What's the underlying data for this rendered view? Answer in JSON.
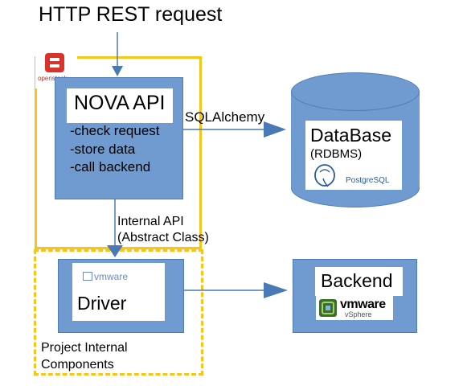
{
  "title": "HTTP REST request",
  "openstack_label": "openstack",
  "nova": {
    "title": "NOVA API",
    "items": [
      "-check request",
      "-store data",
      "-call backend"
    ]
  },
  "connectors": {
    "sqlalchemy": "SQLAlchemy",
    "internal_api_line1": "Internal API",
    "internal_api_line2": "(Abstract Class)"
  },
  "database": {
    "title": "DataBase",
    "subtitle": "(RDBMS)",
    "postgres_logo": "PostgreSQL"
  },
  "driver": {
    "label": "Driver",
    "logo": "vmware"
  },
  "backend": {
    "label": "Backend",
    "logo_main": "vmware",
    "logo_sub": "vSphere"
  },
  "boundary": {
    "line1": "Project Internal",
    "line2": "Components"
  },
  "colors": {
    "box_blue": "#6f9bd1",
    "box_border": "#4f7bb5",
    "boundary_yellow": "#f5c518",
    "arrow": "#4a7ab5"
  }
}
